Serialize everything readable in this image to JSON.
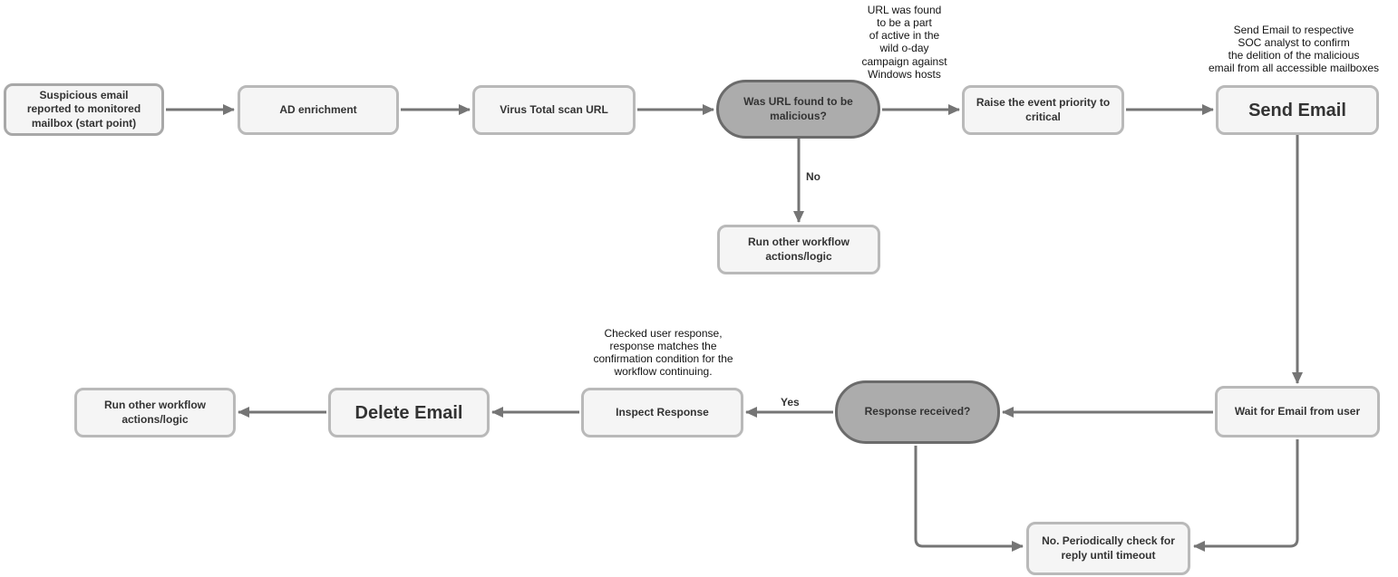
{
  "diagram": {
    "type": "flowchart",
    "background": "#ffffff",
    "colors": {
      "node_fill": "#f5f5f5",
      "node_border": "#b9b9b9",
      "decision_fill": "#acacac",
      "decision_border": "#6b6b6b",
      "arrow": "#757575",
      "node_text": "#333333",
      "annotation_text": "#141414"
    },
    "nodes": [
      {
        "id": "start",
        "type": "process",
        "label": "Suspicious email\nreported to monitored\nmailbox (start point)"
      },
      {
        "id": "ad-enrichment",
        "type": "process",
        "label": "AD enrichment"
      },
      {
        "id": "virus-total-scan",
        "type": "process",
        "label": "Virus Total scan URL"
      },
      {
        "id": "url-malicious-decision",
        "type": "decision",
        "label": "Was URL found to be\nmalicious?"
      },
      {
        "id": "raise-priority",
        "type": "process",
        "label": "Raise the event priority to\ncritical"
      },
      {
        "id": "send-email",
        "type": "process",
        "label": "Send Email"
      },
      {
        "id": "run-other-workflow-mid",
        "type": "process",
        "label": "Run other workflow\nactions/logic"
      },
      {
        "id": "wait-for-email",
        "type": "process",
        "label": "Wait for Email from user"
      },
      {
        "id": "response-received-decision",
        "type": "decision",
        "label": "Response received?"
      },
      {
        "id": "inspect-response",
        "type": "process",
        "label": "Inspect Response"
      },
      {
        "id": "delete-email",
        "type": "process",
        "label": "Delete Email"
      },
      {
        "id": "run-other-workflow-bottom",
        "type": "process",
        "label": "Run other workflow\nactions/logic"
      },
      {
        "id": "periodic-check",
        "type": "process",
        "label": "No. Periodically check for\nreply until timeout"
      }
    ],
    "edge_labels": {
      "no": "No",
      "yes": "Yes"
    },
    "annotations": [
      {
        "id": "zero-day-note",
        "text": "URL was found\nto be a part\nof active in the\nwild o-day\ncampaign against\nWindows hosts"
      },
      {
        "id": "send-email-note",
        "text": "Send Email to respective\nSOC analyst to confirm\nthe delition of the malicious\nemail from all accessible mailboxes"
      },
      {
        "id": "inspect-response-note",
        "text": "Checked user response,\nresponse matches the\nconfirmation condition for the\nworkflow continuing."
      }
    ]
  }
}
